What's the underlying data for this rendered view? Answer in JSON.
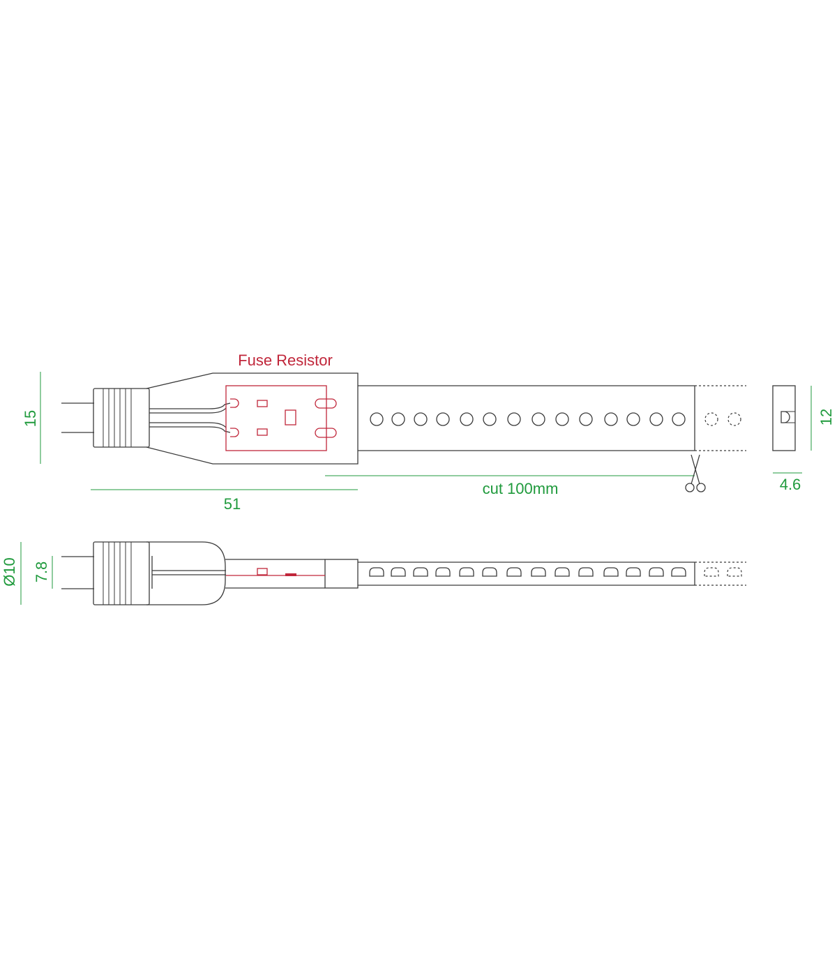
{
  "labels": {
    "fuse_resistor": "Fuse Resistor",
    "cut": "cut 100mm"
  },
  "dimensions": {
    "height_top": "15",
    "profile_height": "12",
    "profile_width": "4.6",
    "length": "51",
    "diameter": "Ø10",
    "height_side": "7.8"
  },
  "icons": {
    "cut_marker": "scissors-icon"
  },
  "colors": {
    "dimension": "#1f9a3c",
    "fuse": "#c0263a",
    "outline": "#3a3a3a"
  }
}
